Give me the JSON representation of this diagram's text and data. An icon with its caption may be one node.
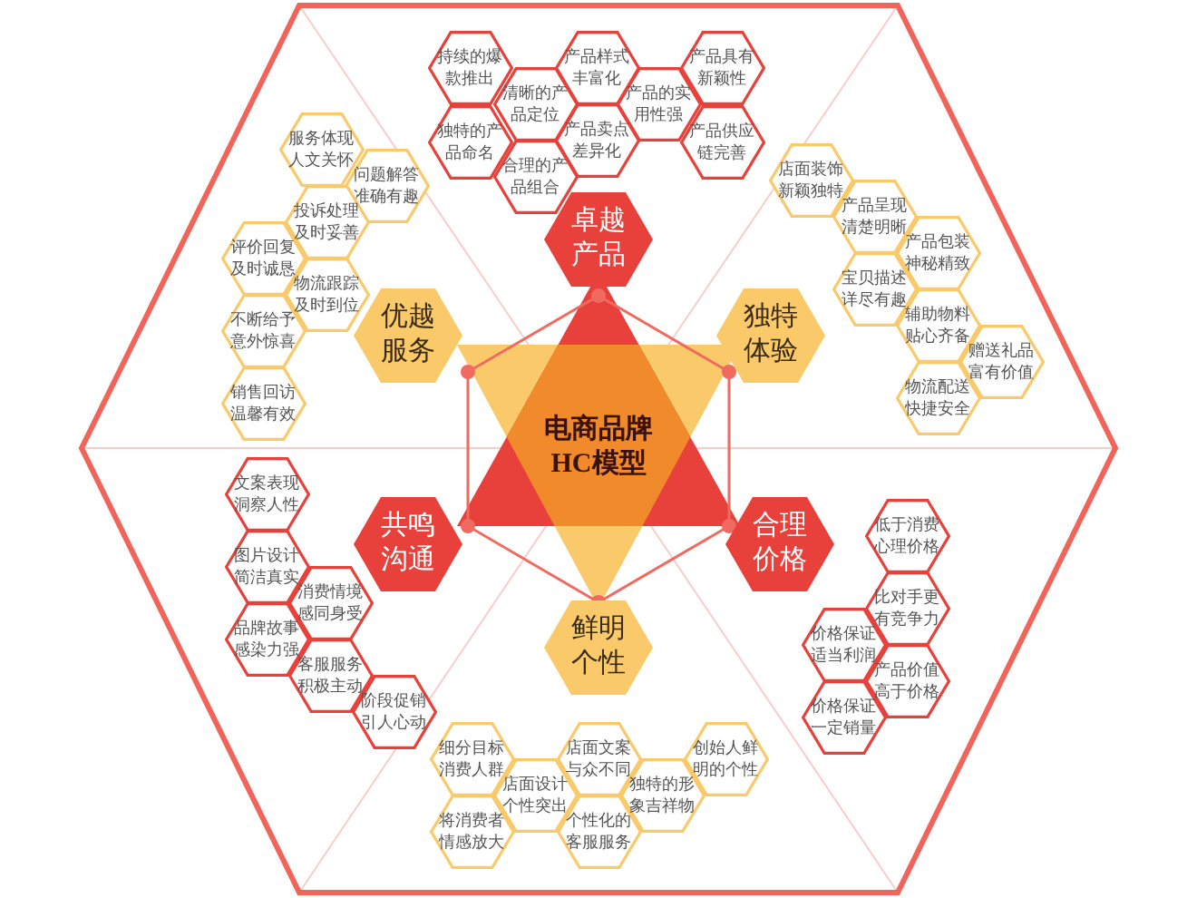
{
  "diagram": {
    "nodes": [
      {
        "text": [
          "电商品牌HC模型"
        ]
      },
      {
        "text": [
          "卓越产品"
        ]
      },
      {
        "text": [
          "优越服务"
        ]
      },
      {
        "text": [
          "独特体验"
        ]
      },
      {
        "text": [
          "共鸣沟通"
        ]
      },
      {
        "text": [
          "合理价格"
        ]
      },
      {
        "text": [
          "鲜明个性"
        ]
      },
      {
        "text": [
          "持续的爆款推出"
        ]
      },
      {
        "text": [
          "独特的产品命名"
        ]
      },
      {
        "text": [
          "清晰的产品定位"
        ]
      },
      {
        "text": [
          "合理的产品组合"
        ]
      },
      {
        "text": [
          "产品样式丰富化"
        ]
      },
      {
        "text": [
          "产品卖点差异化"
        ]
      },
      {
        "text": [
          "产品的实用性强"
        ]
      },
      {
        "text": [
          "产品具有新颖性"
        ]
      },
      {
        "text": [
          "产品供应链完善"
        ]
      },
      {
        "text": [
          "服务体现人文关怀"
        ]
      },
      {
        "text": [
          "问题解答准确有趣"
        ]
      },
      {
        "text": [
          "投诉处理及时妥善"
        ]
      },
      {
        "text": [
          "评价回复及时诚恳"
        ]
      },
      {
        "text": [
          "物流跟踪及时到位"
        ]
      },
      {
        "text": [
          "不断给予意外惊喜"
        ]
      },
      {
        "text": [
          "销售回访温馨有效"
        ]
      },
      {
        "text": [
          "店面装饰新颖独特"
        ]
      },
      {
        "text": [
          "产品呈现清楚明晰"
        ]
      },
      {
        "text": [
          "产品包装神秘精致"
        ]
      },
      {
        "text": [
          "宝贝描述详尽有趣"
        ]
      },
      {
        "text": [
          "辅助物料贴心齐备"
        ]
      },
      {
        "text": [
          "赠送礼品富有价值"
        ]
      },
      {
        "text": [
          "物流配送快捷安全"
        ]
      },
      {
        "text": [
          "文案表现洞察人性"
        ]
      },
      {
        "text": [
          "图片设计简洁真实"
        ]
      },
      {
        "text": [
          "消费情境感同身受"
        ]
      },
      {
        "text": [
          "品牌故事感染力强"
        ]
      },
      {
        "text": [
          "客服服务积极主动"
        ]
      },
      {
        "text": [
          "阶段促销引人心动"
        ]
      },
      {
        "text": [
          "低于消费心理价格"
        ]
      },
      {
        "text": [
          "比对手更有竞争力"
        ]
      },
      {
        "text": [
          "价格保证适当利润"
        ]
      },
      {
        "text": [
          "产品价值高于价格"
        ]
      },
      {
        "text": [
          "价格保证一定销量"
        ]
      },
      {
        "text": [
          "细分目标消费人群"
        ]
      },
      {
        "text": [
          "将消费者情感放大"
        ]
      },
      {
        "text": [
          "店面设计个性突出"
        ]
      },
      {
        "text": [
          "店面文案与众不同"
        ]
      },
      {
        "text": [
          "个性化的客服服务"
        ]
      },
      {
        "text": [
          "独特的形象吉祥物"
        ]
      },
      {
        "text": [
          "创始人鲜明的个性"
        ]
      }
    ]
  }
}
